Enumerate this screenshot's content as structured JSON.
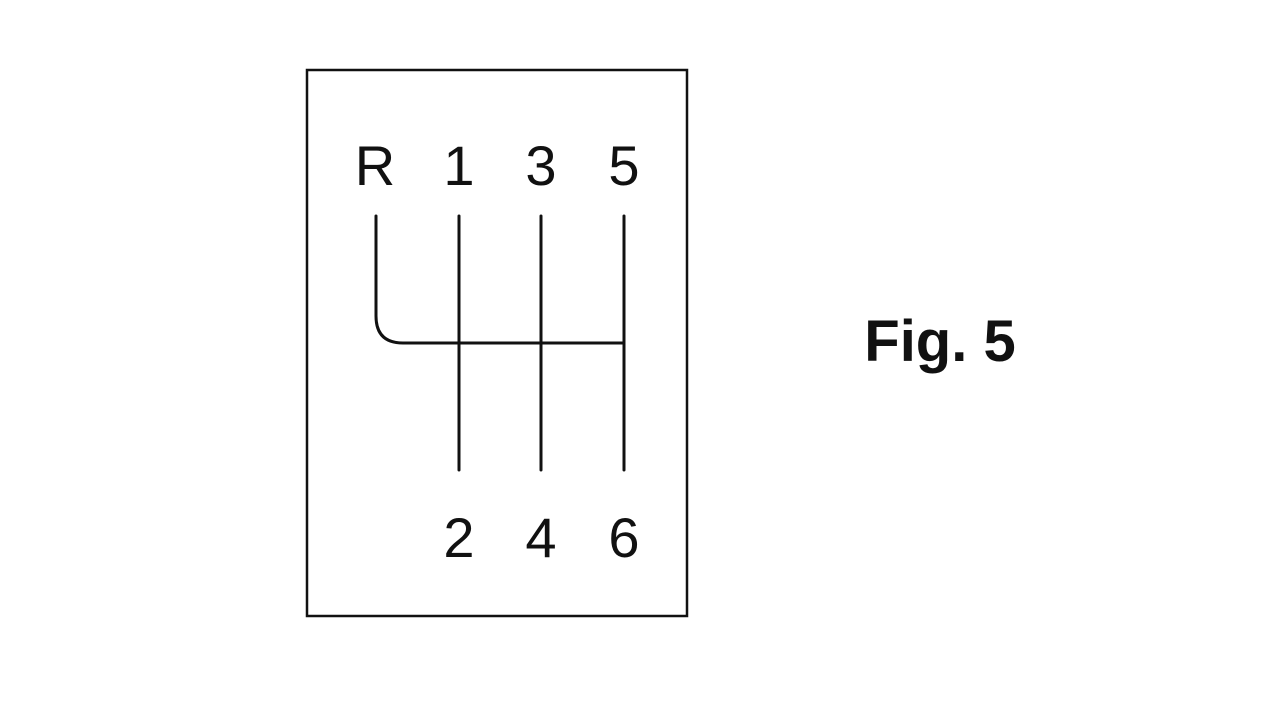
{
  "figure": {
    "label": "Fig. 5"
  },
  "shift_pattern": {
    "top_row": [
      "R",
      "1",
      "3",
      "5"
    ],
    "bottom_row": [
      "2",
      "4",
      "6"
    ]
  }
}
